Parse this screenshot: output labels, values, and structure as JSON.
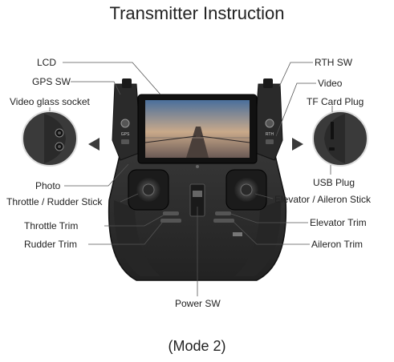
{
  "title": "Transmitter Instruction",
  "mode": "(Mode 2)",
  "labels": {
    "lcd": "LCD",
    "gps_sw": "GPS SW",
    "video_glass_socket": "Video glass socket",
    "photo": "Photo",
    "throttle_rudder_stick": "Throttle / Rudder Stick",
    "throttle_trim": "Throttle Trim",
    "rudder_trim": "Rudder Trim",
    "power_sw": "Power SW",
    "rth_sw": "RTH SW",
    "video": "Video",
    "tf_card_plug": "TF Card Plug",
    "usb_plug": "USB Plug",
    "elevator_aileron_stick": "Elevator / Aileron Stick",
    "elevator_trim": "Elevator Trim",
    "aileron_trim": "Aileron Trim"
  },
  "device_labels": {
    "gps": "GPS",
    "rth": "RTH"
  },
  "colors": {
    "body": "#2e2e2e",
    "body_dark": "#1c1c1c",
    "leader_line": "#555555",
    "arrow": "#3a3a3a"
  }
}
